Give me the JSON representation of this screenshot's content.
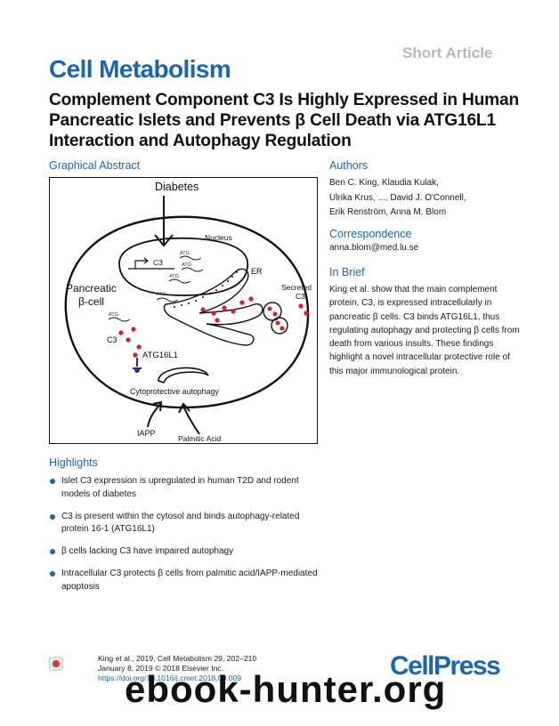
{
  "header": {
    "article_type": "Short Article",
    "journal": "Cell Metabolism",
    "title": "Complement Component C3 Is Highly Expressed in Human Pancreatic Islets and Prevents β Cell Death via ATG16L1 Interaction and Autophagy Regulation"
  },
  "graphical_abstract": {
    "label": "Graphical Abstract",
    "diagram": {
      "diabetes": "Diabetes",
      "nucleus": "Nucleus",
      "c3_gene": "C3",
      "atg1": "ATG",
      "atg2": "ATG",
      "atg3": "ATG",
      "atg4": "ATG",
      "atg5": "ATG",
      "er": "ER",
      "secreted_c3_line1": "Secreted",
      "secreted_c3_line2": "C3",
      "pancreatic": "Pancreatic",
      "beta_cell": "β-cell",
      "c3_cyto": "C3",
      "atg16l1": "ATG16L1",
      "autophagy": "Cytoprotective autophagy",
      "iapp": "IAPP",
      "palmitic_acid": "Palmitic Acid"
    }
  },
  "authors": {
    "label": "Authors",
    "line1": "Ben C. King, Klaudia Kulak,",
    "line2": "Ulrika Krus, ..., David J. O'Connell,",
    "line3": "Erik Renström, Anna M. Blom"
  },
  "correspondence": {
    "label": "Correspondence",
    "email": "anna.blom@med.lu.se"
  },
  "in_brief": {
    "label": "In Brief",
    "text": "King et al. show that the main complement protein, C3, is expressed intracellularly in pancreatic β cells. C3 binds ATG16L1, thus regulating autophagy and protecting β cells from death from various insults. These findings highlight a novel intracellular protective role of this major immunological protein."
  },
  "highlights": {
    "label": "Highlights",
    "items": [
      "Islet C3 expression is upregulated in human T2D and rodent models of diabetes",
      "C3 is present within the cytosol and binds autophagy-related protein 16-1 (ATG16L1)",
      "β cells lacking C3 have impaired autophagy",
      "Intracellular C3 protects β cells from palmitic acid/IAPP-mediated apoptosis"
    ]
  },
  "citation": {
    "line1": "King et al., 2019, Cell Metabolism 29, 202–210",
    "line2": "January 8, 2019 © 2018 Elsevier Inc.",
    "doi": "https://doi.org/10.1016/j.cmet.2018.09.009"
  },
  "publisher": "CellPress",
  "watermark": "ebook-hunter.org",
  "colors": {
    "accent": "#1b66b1",
    "c3_dots": "#d4202a",
    "atg16l1": "#2e2a8a"
  }
}
